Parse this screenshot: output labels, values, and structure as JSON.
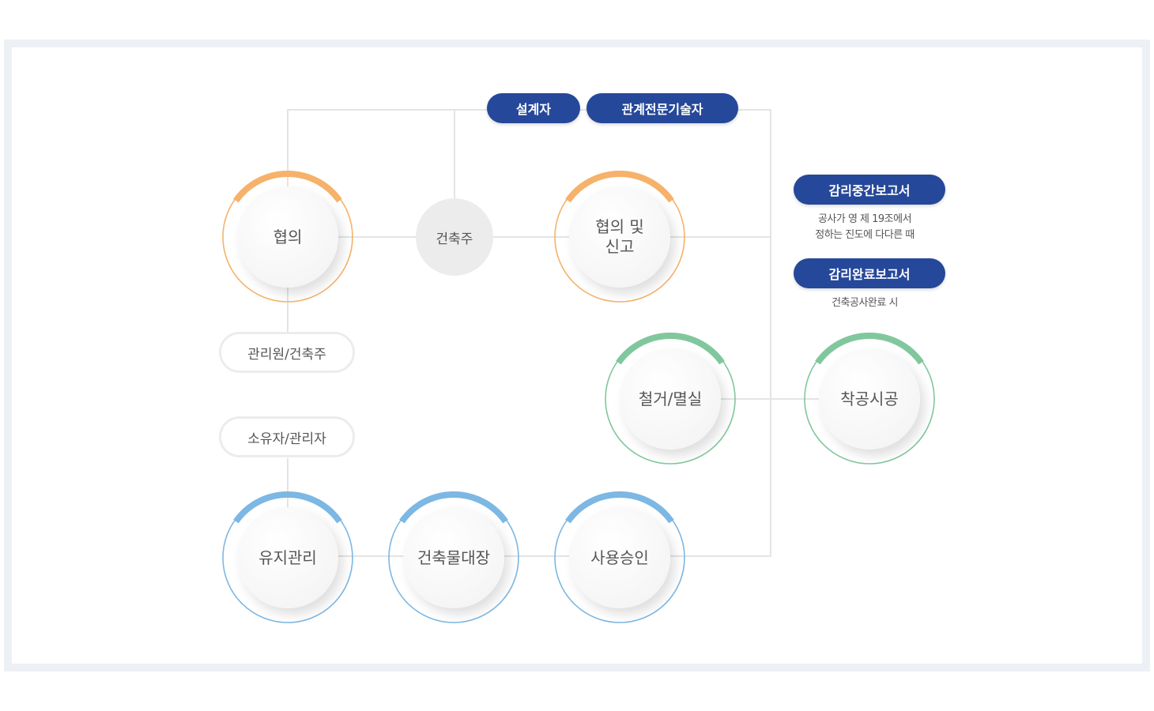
{
  "colors": {
    "orange": "#f6b26b",
    "green": "#81c79d",
    "blue": "#7db7e3",
    "navy": "#26489a",
    "line": "#e4e4e4",
    "frame": "#edf0f5"
  },
  "top_pills": {
    "designer": "설계자",
    "specialist": "관계전문기술자"
  },
  "nodes": {
    "consult": {
      "label": "협의",
      "color": "orange"
    },
    "owner": {
      "label": "건축주"
    },
    "consult_report": {
      "label": "협의 및\n신고",
      "color": "orange"
    },
    "demolition": {
      "label": "철거/멸실",
      "color": "green"
    },
    "construction_start": {
      "label": "착공시공",
      "color": "green"
    },
    "maintenance": {
      "label": "유지관리",
      "color": "blue"
    },
    "building_register": {
      "label": "건축물대장",
      "color": "blue"
    },
    "use_approval": {
      "label": "사용승인",
      "color": "blue"
    }
  },
  "side_pills": {
    "manager_owner": "관리원/건축주",
    "holder_manager": "소유자/관리자"
  },
  "reports": [
    {
      "title": "감리중간보고서",
      "note": "공사가 영 제 19조에서\n정하는 진도에 다다른 때"
    },
    {
      "title": "감리완료보고서",
      "note": "건축공사완료 시"
    }
  ]
}
